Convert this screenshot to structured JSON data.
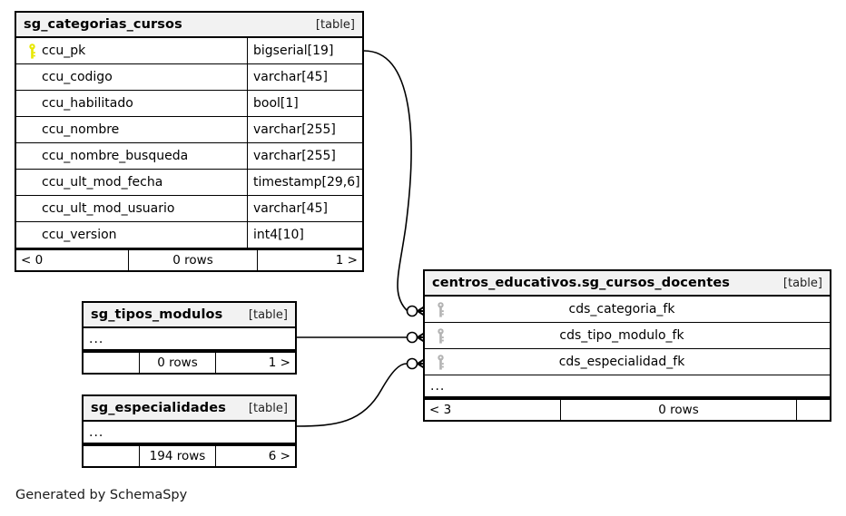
{
  "diagram": {
    "generated_by": "Generated by SchemaSpy",
    "table_tag": "[table]",
    "ellipsis": "...",
    "colors": {
      "pk_key": "#e8e800",
      "fk_key": "#b3b3b3",
      "header_bg": "#f2f2f2",
      "border": "#000000"
    }
  },
  "tables": [
    {
      "name": "sg_categorias_cursos",
      "tag": "[table]",
      "columns": [
        {
          "key": "pk",
          "key_icon": "key-icon",
          "name": "ccu_pk",
          "type": "bigserial[19]"
        },
        {
          "key": "",
          "key_icon": "",
          "name": "ccu_codigo",
          "type": "varchar[45]"
        },
        {
          "key": "",
          "key_icon": "",
          "name": "ccu_habilitado",
          "type": "bool[1]"
        },
        {
          "key": "",
          "key_icon": "",
          "name": "ccu_nombre",
          "type": "varchar[255]"
        },
        {
          "key": "",
          "key_icon": "",
          "name": "ccu_nombre_busqueda",
          "type": "varchar[255]"
        },
        {
          "key": "",
          "key_icon": "",
          "name": "ccu_ult_mod_fecha",
          "type": "timestamp[29,6]"
        },
        {
          "key": "",
          "key_icon": "",
          "name": "ccu_ult_mod_usuario",
          "type": "varchar[45]"
        },
        {
          "key": "",
          "key_icon": "",
          "name": "ccu_version",
          "type": "int4[10]"
        }
      ],
      "footer": {
        "left": "< 0",
        "center": "0 rows",
        "right": "1 >"
      }
    },
    {
      "name": "sg_tipos_modulos",
      "tag": "[table]",
      "ellipsis": "...",
      "footer": {
        "left": "",
        "center": "0 rows",
        "right": "1 >"
      }
    },
    {
      "name": "sg_especialidades",
      "tag": "[table]",
      "ellipsis": "...",
      "footer": {
        "left": "",
        "center": "194 rows",
        "right": "6 >"
      }
    },
    {
      "name": "centros_educativos.sg_cursos_docentes",
      "tag": "[table]",
      "ellipsis": "...",
      "columns": [
        {
          "key": "fk",
          "key_icon": "key-icon",
          "name": "cds_categoria_fk"
        },
        {
          "key": "fk",
          "key_icon": "key-icon",
          "name": "cds_tipo_modulo_fk"
        },
        {
          "key": "fk",
          "key_icon": "key-icon",
          "name": "cds_especialidad_fk"
        }
      ],
      "footer": {
        "left": "< 3",
        "center": "0 rows",
        "right": ""
      }
    }
  ]
}
